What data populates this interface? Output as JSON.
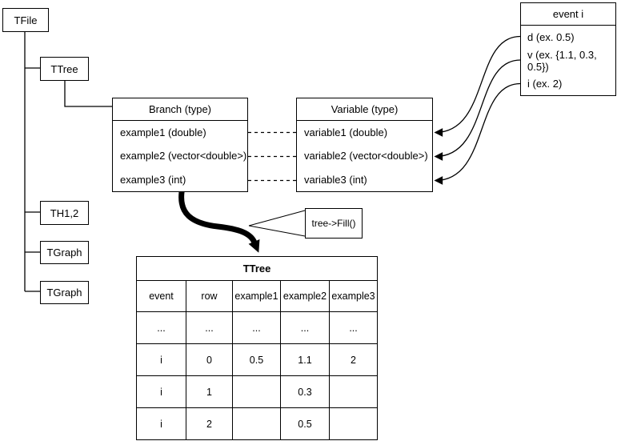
{
  "diagram": {
    "file_node": "TFile",
    "tree_node": "TTree",
    "hist_node": "TH1,2",
    "graph_node_1": "TGraph",
    "graph_node_2": "TGraph",
    "branch_box": {
      "title": "Branch (type)",
      "rows": [
        "example1 (double)",
        "example2 (vector<double>)",
        "example3 (int)"
      ]
    },
    "variable_box": {
      "title": "Variable (type)",
      "rows": [
        "variable1 (double)",
        "variable2 (vector<double>)",
        "variable3 (int)"
      ]
    },
    "event_box": {
      "title": "event i",
      "rows": [
        "d (ex. 0.5)",
        "v (ex. {1.1, 0.3, 0.5})",
        "i (ex. 2)"
      ]
    },
    "fill_label": "tree->Fill()",
    "table": {
      "title": "TTree",
      "columns": [
        "event",
        "row",
        "example1",
        "example2",
        "example3"
      ],
      "rows": [
        [
          "...",
          "...",
          "...",
          "...",
          "..."
        ],
        [
          "i",
          "0",
          "0.5",
          "1.1",
          "2"
        ],
        [
          "i",
          "1",
          "",
          "0.3",
          ""
        ],
        [
          "i",
          "2",
          "",
          "0.5",
          ""
        ]
      ]
    }
  }
}
